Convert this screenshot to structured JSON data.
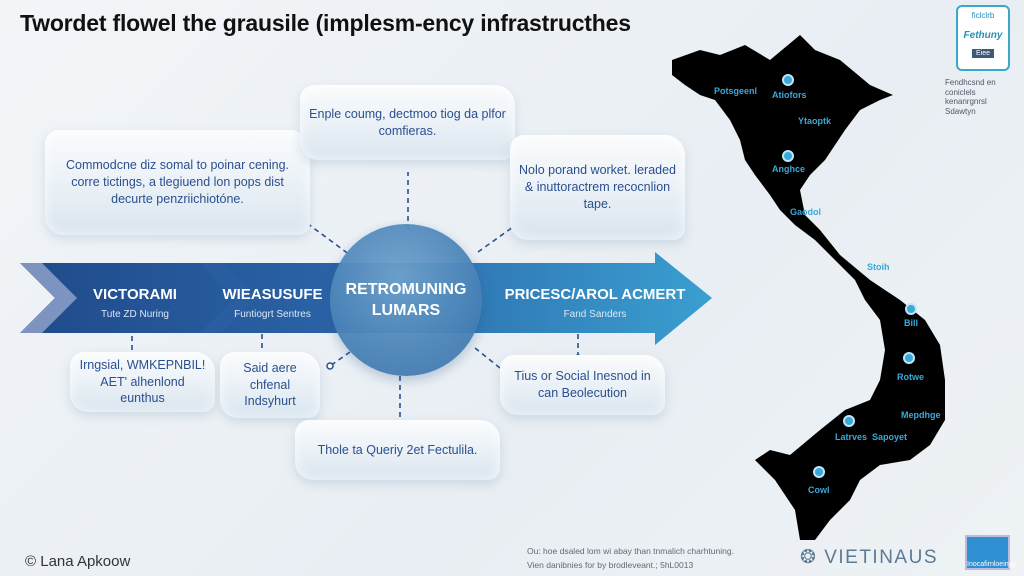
{
  "title": "Twordet flowel the grausile (implesm-ency infrastructhes",
  "clouds": {
    "left": "Commodcne diz somal to poinar cening. corre tictings, a tlegiuend lon pops dist decurte penzriichiotóne.",
    "top": "Enple coumg, dectmoo tiog da plfor comfieras.",
    "right": "Nolo porand worket. leraded & inuttoractrem recocnlion tape.",
    "bottom_left": "Irngsial, WMKEPNBIL! AET' alhenlond eunthus",
    "bottom_mid": "Said aere chfenal Indsyhurt",
    "bottom_right": "Tius or Social Inesnod in can Beolecution",
    "bottom_center": "Thole ta Queriy 2et Fectulila."
  },
  "stages": [
    {
      "title": "VICTORAMI",
      "sub": "Tute ZD Nuring"
    },
    {
      "title": "WIEASUSUFE",
      "sub": "Funtiogrt Sentres"
    },
    {
      "title": "PRICESC/AROL ACMERT",
      "sub": "Fand Sanders"
    }
  ],
  "center": {
    "line1": "RETROMUNING",
    "line2": "LUMARS"
  },
  "map_labels": [
    "Potsgeenl",
    "Atiofors",
    "Ytaoptk",
    "Anghce",
    "Gaodol",
    "Stoih",
    "Bill",
    "Rotwe",
    "Mepdhge",
    "Latrves",
    "Sapoyet",
    "Cowl"
  ],
  "badge": {
    "top": "ficlclrb",
    "main": "Fethuny",
    "tag": "Eiee",
    "caption": "Fendhcsnd en coniclels kenanrgnrsl Sdawtyn"
  },
  "footer": {
    "author": "Lana Apkoow",
    "note_line1": "Ou: hoe dsaled lom wi abay than tnmalich charhtuning.",
    "note_line2": "Vien danibnies for by brodleveant.; 5hL0013",
    "logo": "VIETINAUS",
    "box_caption": "Inocafirnloeingy"
  },
  "colors": {
    "band_dark": "#1f4a8a",
    "band_mid": "#2a63a6",
    "band_light": "#3a95c9",
    "map": "#000000",
    "accent": "#3aa8d8"
  }
}
